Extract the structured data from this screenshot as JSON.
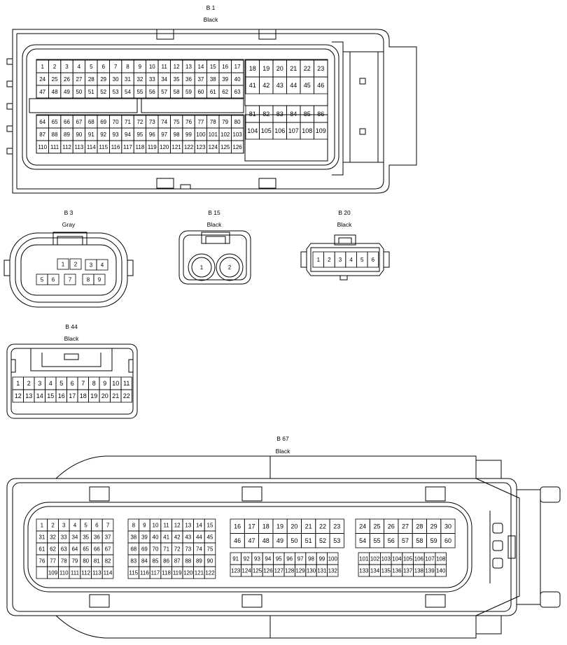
{
  "connectors": {
    "b1": {
      "name": "B 1",
      "color": "Black"
    },
    "b3": {
      "name": "B 3",
      "color": "Gray"
    },
    "b15": {
      "name": "B 15",
      "color": "Black"
    },
    "b20": {
      "name": "B 20",
      "color": "Black"
    },
    "b44": {
      "name": "B 44",
      "color": "Black"
    },
    "b67": {
      "name": "B 67",
      "color": "Black"
    }
  },
  "pins": {
    "b1_left": [
      [
        "1",
        "2",
        "3",
        "4",
        "5",
        "6",
        "7",
        "8",
        "9",
        "10",
        "11",
        "12",
        "13",
        "14",
        "15",
        "16",
        "17"
      ],
      [
        "24",
        "25",
        "26",
        "27",
        "28",
        "29",
        "30",
        "31",
        "32",
        "33",
        "34",
        "35",
        "36",
        "37",
        "38",
        "39",
        "40"
      ],
      [
        "47",
        "48",
        "49",
        "50",
        "51",
        "52",
        "53",
        "54",
        "55",
        "56",
        "57",
        "58",
        "59",
        "60",
        "61",
        "62",
        "63"
      ],
      [
        "64",
        "65",
        "66",
        "67",
        "68",
        "69",
        "70",
        "71",
        "72",
        "73",
        "74",
        "75",
        "76",
        "77",
        "78",
        "79",
        "80"
      ],
      [
        "87",
        "88",
        "89",
        "90",
        "91",
        "92",
        "93",
        "94",
        "95",
        "96",
        "97",
        "98",
        "99",
        "100",
        "101",
        "102",
        "103"
      ],
      [
        "110",
        "111",
        "112",
        "113",
        "114",
        "115",
        "116",
        "117",
        "118",
        "119",
        "120",
        "121",
        "122",
        "123",
        "124",
        "125",
        "126"
      ]
    ],
    "b1_right": [
      [
        "18",
        "19",
        "20",
        "21",
        "22",
        "23"
      ],
      [
        "41",
        "42",
        "43",
        "44",
        "45",
        "46"
      ],
      [
        "81",
        "82",
        "83",
        "84",
        "85",
        "86"
      ],
      [
        "104",
        "105",
        "106",
        "107",
        "108",
        "109"
      ]
    ],
    "b3": [
      "1",
      "2",
      "3",
      "4",
      "5",
      "6",
      "7",
      "8",
      "9"
    ],
    "b15": [
      "1",
      "2"
    ],
    "b20": [
      "1",
      "2",
      "3",
      "4",
      "5",
      "6"
    ],
    "b44": [
      [
        "1",
        "2",
        "3",
        "4",
        "5",
        "6",
        "7",
        "8",
        "9",
        "10",
        "11"
      ],
      [
        "12",
        "13",
        "14",
        "15",
        "16",
        "17",
        "18",
        "19",
        "20",
        "21",
        "22"
      ]
    ],
    "b67_g1": [
      [
        "1",
        "2",
        "3",
        "4",
        "5",
        "6",
        "7"
      ],
      [
        "31",
        "32",
        "33",
        "34",
        "35",
        "36",
        "37"
      ],
      [
        "61",
        "62",
        "63",
        "64",
        "65",
        "66",
        "67"
      ],
      [
        "76",
        "77",
        "78",
        "79",
        "80",
        "81",
        "82"
      ],
      [
        "",
        "109",
        "110",
        "111",
        "112",
        "113",
        "114"
      ]
    ],
    "b67_g2": [
      [
        "8",
        "9",
        "10",
        "11",
        "12",
        "13",
        "14",
        "15"
      ],
      [
        "38",
        "39",
        "40",
        "41",
        "42",
        "43",
        "44",
        "45"
      ],
      [
        "68",
        "69",
        "70",
        "71",
        "72",
        "73",
        "74",
        "75"
      ],
      [
        "83",
        "84",
        "85",
        "86",
        "87",
        "88",
        "89",
        "90"
      ],
      [
        "115",
        "116",
        "117",
        "118",
        "119",
        "120",
        "121",
        "122"
      ]
    ],
    "b67_g3a": [
      [
        "16",
        "17",
        "18",
        "19",
        "20",
        "21",
        "22",
        "23"
      ],
      [
        "46",
        "47",
        "48",
        "49",
        "50",
        "51",
        "52",
        "53"
      ]
    ],
    "b67_g3b": [
      [
        "91",
        "92",
        "93",
        "94",
        "95",
        "96",
        "97",
        "98",
        "99",
        "100"
      ],
      [
        "123",
        "124",
        "125",
        "126",
        "127",
        "128",
        "129",
        "130",
        "131",
        "132"
      ]
    ],
    "b67_g4a": [
      [
        "24",
        "25",
        "26",
        "27",
        "28",
        "29",
        "30"
      ],
      [
        "54",
        "55",
        "56",
        "57",
        "58",
        "59",
        "60"
      ]
    ],
    "b67_g4b": [
      [
        "101",
        "102",
        "103",
        "104",
        "105",
        "106",
        "107",
        "108"
      ],
      [
        "133",
        "134",
        "135",
        "136",
        "137",
        "138",
        "139",
        "140"
      ]
    ]
  }
}
